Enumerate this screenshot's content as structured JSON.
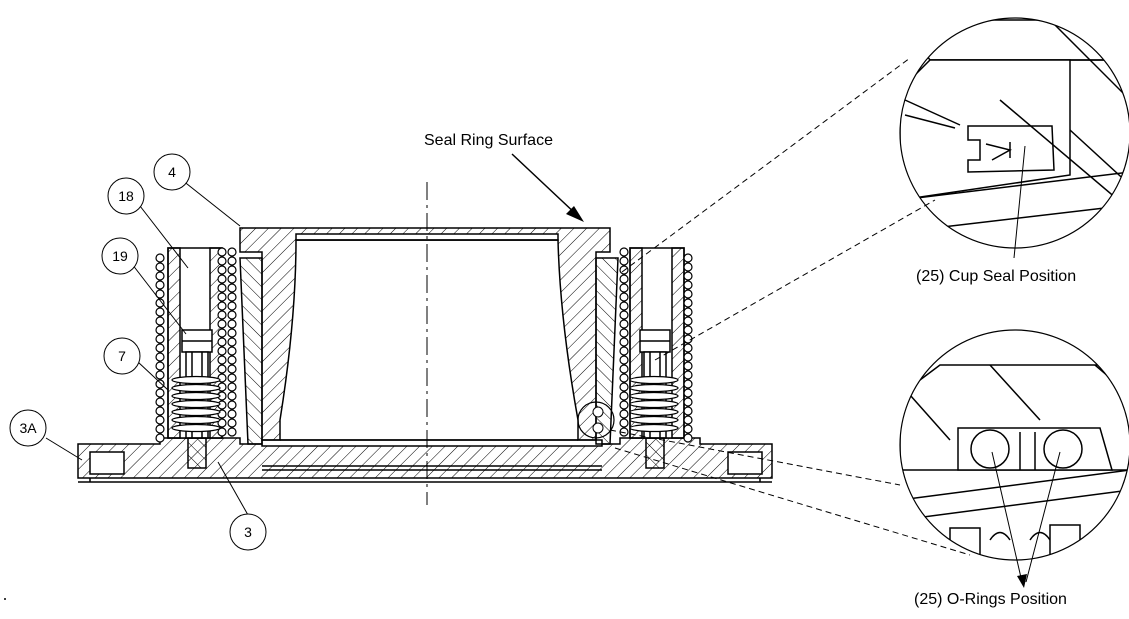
{
  "diagram": {
    "callouts": {
      "part_4": "4",
      "part_18": "18",
      "part_19": "19",
      "part_7": "7",
      "part_3a": "3A",
      "part_3": "3"
    },
    "labels": {
      "seal_ring_surface": "Seal Ring Surface",
      "cup_seal_position": "(25) Cup Seal Position",
      "o_rings_position": "(25) O-Rings Position"
    }
  },
  "colors": {
    "line": "#000000",
    "background": "#ffffff"
  }
}
